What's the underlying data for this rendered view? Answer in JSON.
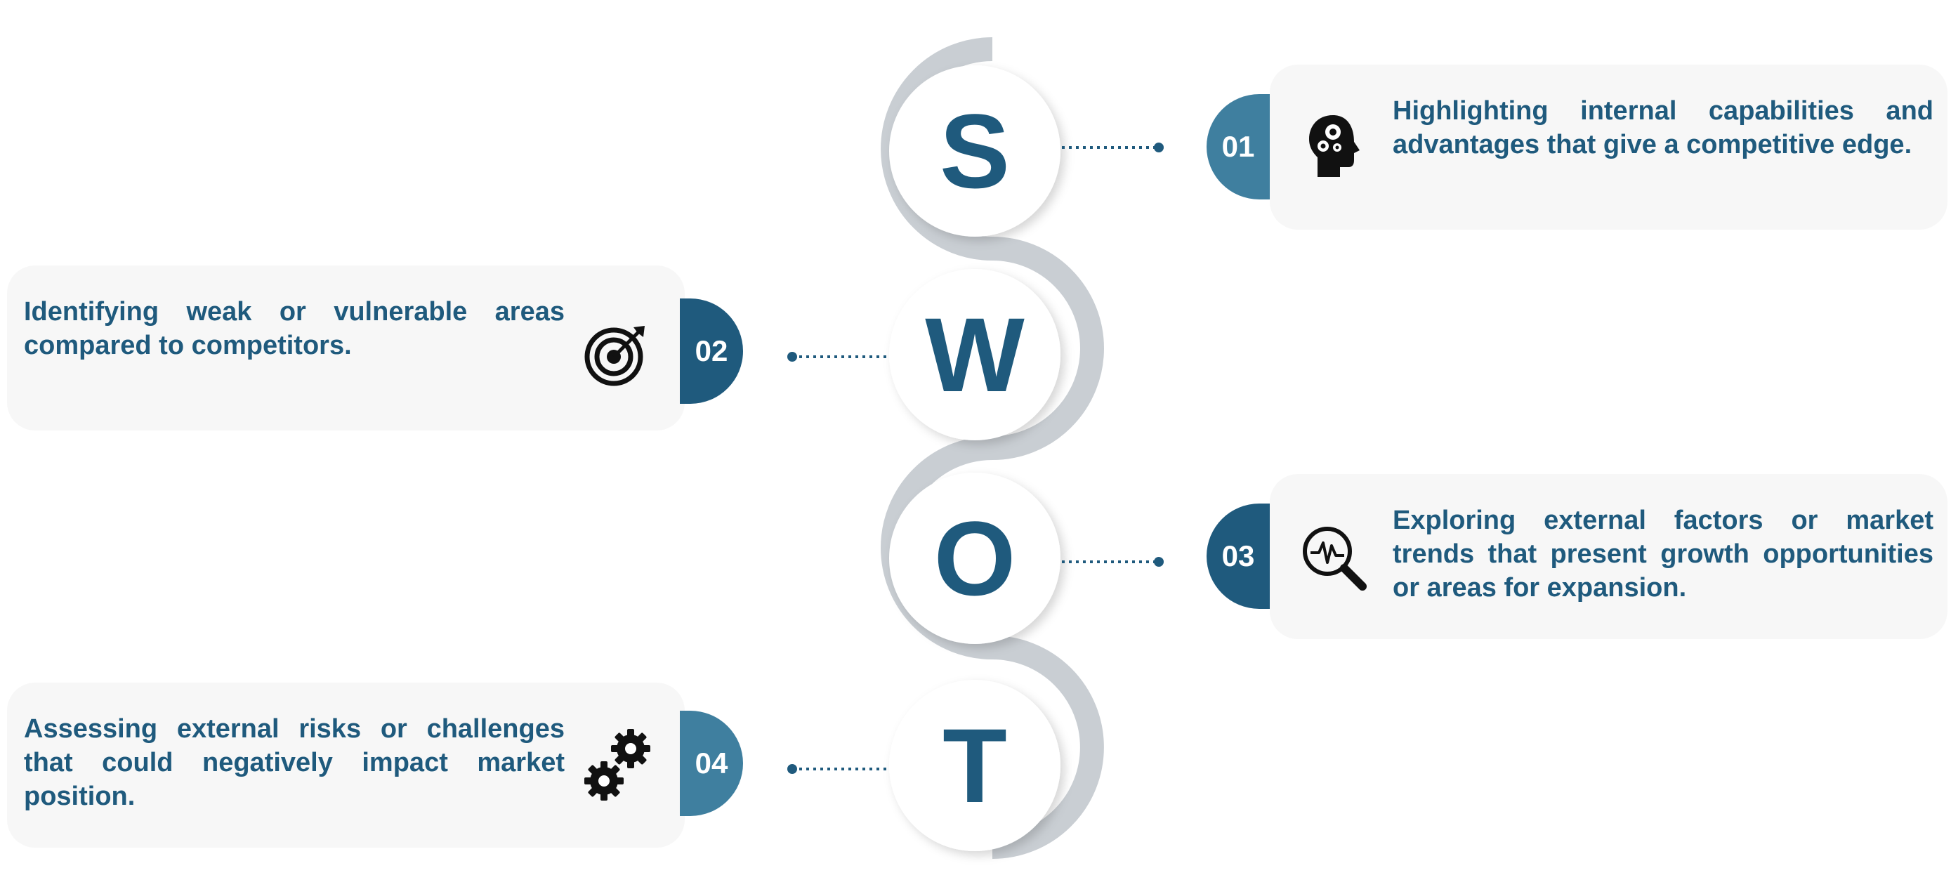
{
  "title": "",
  "colors": {
    "teal": "#3f7f9f",
    "navy": "#1f5a7d",
    "card": "#f7f7f7",
    "wave": "#c9ced3"
  },
  "items": [
    {
      "letter": "S",
      "number": "01",
      "text": "Highlighting internal capabilities and advantages that give a competitive edge.",
      "icon": "head-gears-icon"
    },
    {
      "letter": "W",
      "number": "02",
      "text": "Identifying weak or vulnerable areas compared to competitors.",
      "icon": "target-icon"
    },
    {
      "letter": "O",
      "number": "03",
      "text": "Exploring external factors or market trends that present growth opportunities or areas for expansion.",
      "icon": "magnifier-pulse-icon"
    },
    {
      "letter": "T",
      "number": "04",
      "text": "Assessing external risks or challenges that could negatively impact market position.",
      "icon": "gears-icon"
    }
  ]
}
